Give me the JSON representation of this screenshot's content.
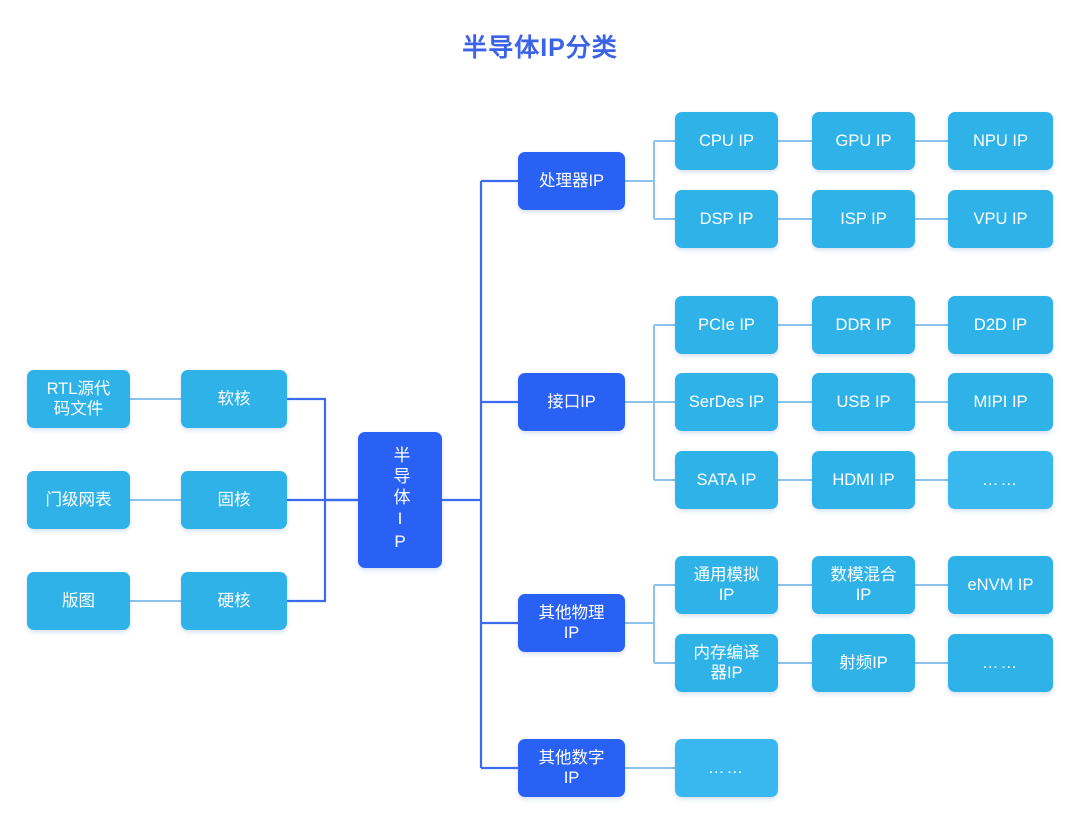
{
  "title": "半导体IP分类",
  "colors": {
    "title": "#3A63E8",
    "primary_node": "#2A61F5",
    "secondary_node": "#2FB2E8",
    "tertiary_node": "#38B8EE",
    "connector_light": "#8CC3EC",
    "connector_blue": "#3B6CF0",
    "background": "#FFFFFF"
  },
  "left_branch": {
    "sources": [
      {
        "label": "RTL源代\n码文件"
      },
      {
        "label": "门级网表"
      },
      {
        "label": "版图"
      }
    ],
    "cores": [
      {
        "label": "软核"
      },
      {
        "label": "固核"
      },
      {
        "label": "硬核"
      }
    ]
  },
  "root": {
    "label": "半导体IP",
    "vertical_chars": "半导体IP"
  },
  "categories": [
    {
      "label": "处理器IP",
      "rows": [
        [
          "CPU IP",
          "GPU IP",
          "NPU IP"
        ],
        [
          "DSP IP",
          "ISP IP",
          "VPU IP"
        ]
      ]
    },
    {
      "label": "接口IP",
      "rows": [
        [
          "PCIe IP",
          "DDR IP",
          "D2D IP"
        ],
        [
          "SerDes IP",
          "USB IP",
          "MIPI IP"
        ],
        [
          "SATA IP",
          "HDMI IP",
          "……"
        ]
      ]
    },
    {
      "label": "其他物理\nIP",
      "rows": [
        [
          "通用模拟\nIP",
          "数模混合\nIP",
          "eNVM IP"
        ],
        [
          "内存编译\n器IP",
          "射频IP",
          "……"
        ]
      ]
    },
    {
      "label": "其他数字\nIP",
      "rows": [
        [
          "……"
        ]
      ]
    }
  ]
}
